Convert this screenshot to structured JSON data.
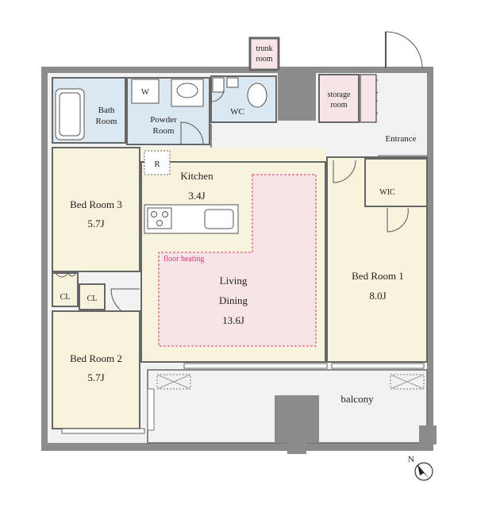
{
  "rooms": {
    "trunk_room_line1": "trunk",
    "trunk_room_line2": "room",
    "washer": "W",
    "bath_line1": "Bath",
    "bath_line2": "Room",
    "powder_line1": "Powder",
    "powder_line2": "Room",
    "wc": "WC",
    "storage_line1": "storage",
    "storage_line2": "room",
    "entrance": "Entrance",
    "refrigerator": "R",
    "kitchen": "Kitchen",
    "kitchen_size": "3.4J",
    "wic": "WIC",
    "bed3": "Bed Room 3",
    "bed3_size": "5.7J",
    "floor_heating": "floor heating",
    "living_line1": "Living",
    "living_line2": "Dining",
    "living_size": "13.6J",
    "bed1": "Bed Room 1",
    "bed1_size": "8.0J",
    "closet_a": "CL",
    "closet_b": "CL",
    "bed2": "Bed Room 2",
    "bed2_size": "5.7J",
    "balcony": "balcony"
  },
  "compass": {
    "label": "N"
  },
  "colors": {
    "wet_area": "#dbe7f1",
    "bedroom": "#f7f3dc",
    "kitchen": "#f7f3dc",
    "living_heated": "#f6e4e6",
    "storage": "#f6e4e6",
    "hall": "#f2f2f2",
    "wall": "#8c8c8c",
    "floor_heating_outline": "#e0337a"
  }
}
